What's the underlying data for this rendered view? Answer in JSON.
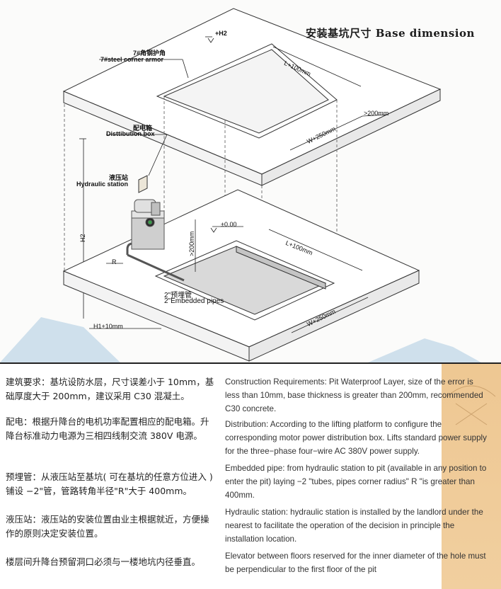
{
  "title": "安装基坑尺寸  Base dimension",
  "labels": {
    "h2_top": "+H2",
    "corner_cn": "7#角钢护角",
    "corner_en": "7#steel corner armor",
    "box_cn": "配电箱",
    "box_en": "Disttibution box",
    "station_cn": "液压站",
    "station_en": "Hydraulic station",
    "l_top": "L+100mm",
    "w_top": "W+250mm",
    "gt200_top": ">200mm",
    "h2_side": "H2",
    "zero": "±0.00",
    "gt200_side": ">200mm",
    "l_bottom": "L+100mm",
    "w_bottom": "W+250mm",
    "r_label": "R",
    "pipe_cn": "2\"预埋管",
    "pipe_en": "2\"Embedded pipes",
    "h1": "H1+10mm"
  },
  "paragraphs": {
    "cn1": "建筑要求：基坑设防水层，尺寸误差小于 10mm，基础厚度大于 200mm，建议采用 C30 混凝土。",
    "cn2": "配电：根据升降台的电机功率配置相应的配电箱。升降台标准动力电源为三相四线制交流 380V 电源。",
    "cn3": "预埋管：从液压站至基坑( 可在基坑的任意方位进入 )铺设 −2\"管，管路转角半径\"R\"大于 400mm。",
    "cn4": "液压站：液压站的安装位置由业主根据就近，方便操作的原则决定安装位置。",
    "cn5": "楼层间升降台预留洞口必须与一楼地坑内径垂直。",
    "en1": "Construction Requirements: Pit Waterproof Layer, size of the error is less than 10mm, base thickness is greater than 200mm, recommended C30 concrete.",
    "en2": "Distribution: According to the lifting platform to configure the corresponding motor power distribution box. Lifts standard power supply for the three−phase four−wire AC 380V power supply.",
    "en3": "Embedded pipe: from hydraulic station to pit (available in any position to enter the pit) laying −2 \"tubes, pipes corner radius\" R \"is greater than 400mm.",
    "en4": "Hydraulic station: hydraulic station is installed by the landlord under the nearest to facilitate the operation of the decision in principle the installation location.",
    "en5": "Elevator between floors reserved for the inner diameter of the hole must be perpendicular to the first floor of the pit"
  },
  "colors": {
    "accent": "#e3ad6c",
    "ground": "#cfe0ec"
  }
}
